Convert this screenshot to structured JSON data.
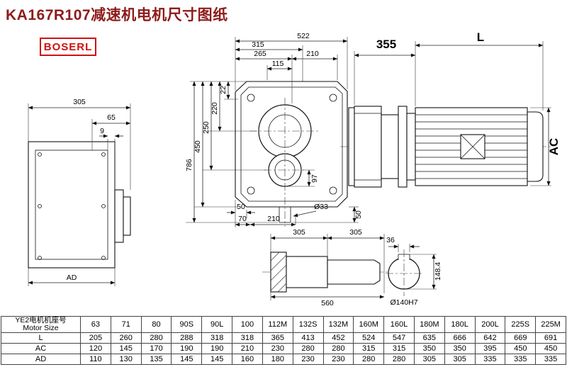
{
  "page": {
    "title": "KA167R107减速机电机尺寸图纸",
    "brand": "BOSERL",
    "title_color": "#8e1b1b",
    "brand_color": "#d01111"
  },
  "dims": {
    "side_view": {
      "w305": "305",
      "w65": "65",
      "w9": "9",
      "ad": "AD"
    },
    "front_view": {
      "t522": "522",
      "t315": "315",
      "t265": "265",
      "t210": "210",
      "t115": "115",
      "v22": "22",
      "v220": "220",
      "v250": "250",
      "v450": "450",
      "v786": "786",
      "v97": "97",
      "b50l": "50",
      "b70": "70",
      "b210": "210",
      "dia33": "Ø33",
      "b50r": "50"
    },
    "motor_view": {
      "a355": "355",
      "l": "L",
      "ac": "AC"
    },
    "shaft_view": {
      "s305a": "305",
      "s305b": "305",
      "s560": "560"
    },
    "bore_view": {
      "k36": "36",
      "h148": "148.4",
      "dia140": "Ø140H7"
    }
  },
  "table": {
    "header_cn": "YE2电机机座号",
    "header_en": "Motor Size",
    "columns": [
      "63",
      "71",
      "80",
      "90S",
      "90L",
      "100",
      "112M",
      "132S",
      "132M",
      "160M",
      "160L",
      "180M",
      "180L",
      "200L",
      "225S",
      "225M"
    ],
    "rows": [
      {
        "label": "L",
        "values": [
          "205",
          "260",
          "280",
          "288",
          "318",
          "318",
          "365",
          "413",
          "452",
          "524",
          "547",
          "635",
          "666",
          "642",
          "669",
          "691"
        ]
      },
      {
        "label": "AC",
        "values": [
          "120",
          "145",
          "170",
          "190",
          "190",
          "210",
          "230",
          "280",
          "280",
          "315",
          "315",
          "350",
          "350",
          "395",
          "450",
          "450"
        ]
      },
      {
        "label": "AD",
        "values": [
          "110",
          "130",
          "135",
          "145",
          "145",
          "160",
          "180",
          "230",
          "230",
          "280",
          "280",
          "305",
          "305",
          "335",
          "335",
          "335"
        ]
      }
    ]
  }
}
